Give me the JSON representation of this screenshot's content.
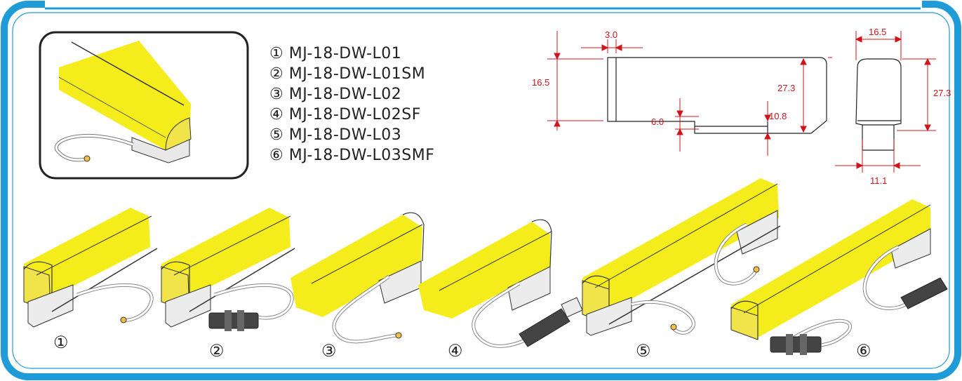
{
  "models": [
    {
      "num": "①",
      "code": "MJ-18-DW-L01"
    },
    {
      "num": "②",
      "code": "MJ-18-DW-L01SM"
    },
    {
      "num": "③",
      "code": "MJ-18-DW-L02"
    },
    {
      "num": "④",
      "code": "MJ-18-DW-L02SF"
    },
    {
      "num": "⑤",
      "code": "MJ-18-DW-L03"
    },
    {
      "num": "⑥",
      "code": "MJ-18-DW-L03SMF"
    }
  ],
  "side_dims": {
    "top_width": "3.0",
    "left_height": "16.5",
    "right_height": "27.3",
    "slot_height": "6.0",
    "lower_height": "10.8"
  },
  "front_dims": {
    "top_width": "16.5",
    "height": "27.3",
    "bottom_width": "11.1"
  },
  "product_labels": [
    "①",
    "②",
    "③",
    "④",
    "⑤",
    "⑥"
  ],
  "colors": {
    "frame_blue": "#1f9bd7",
    "led_yellow": "#f5ec1c",
    "dimension_red": "#d0141c",
    "outline": "#222222"
  }
}
